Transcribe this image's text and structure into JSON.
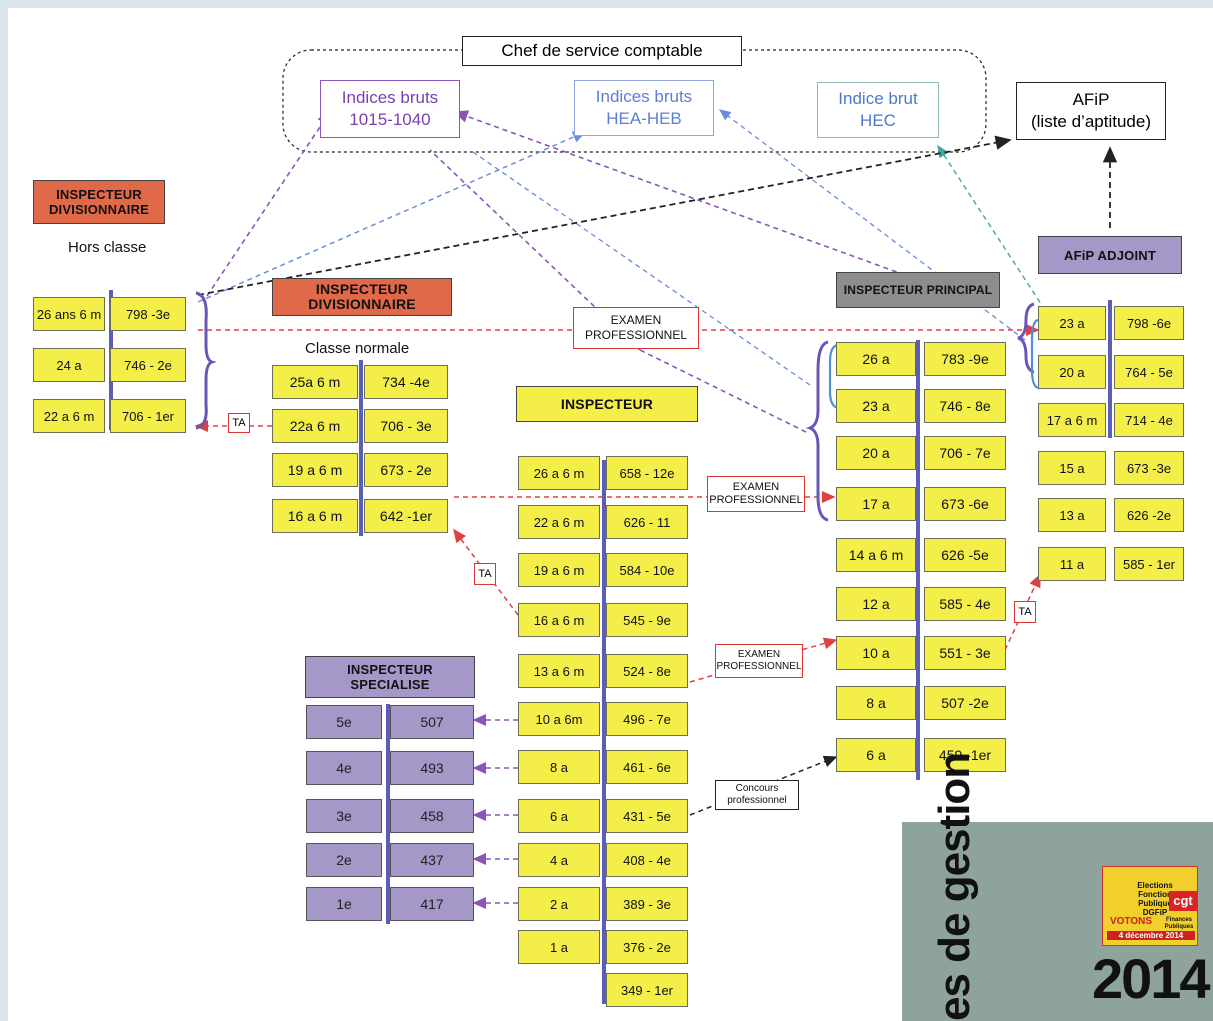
{
  "top": {
    "chef": "Chef de service comptable",
    "ib1_line1": "Indices bruts",
    "ib1_line2": "1015-1040",
    "ib2_line1": "Indices bruts",
    "ib2_line2": "HEA-HEB",
    "ib3_line1": "Indice brut",
    "ib3_line2": "HEC",
    "afip_line1": "AFiP",
    "afip_line2": "(liste d’aptitude)",
    "afip_adjoint": "AFiP ADJOINT"
  },
  "idhc": {
    "header": "INSPECTEUR\nDIVISIONNAIRE",
    "subtitle": "Hors classe",
    "rows": [
      [
        "26 ans 6 m",
        "798 -3e"
      ],
      [
        "24 a",
        "746 - 2e"
      ],
      [
        "22 a 6 m",
        "706 - 1er"
      ]
    ]
  },
  "idcn": {
    "header": "INSPECTEUR\nDIVISIONNAIRE",
    "subtitle": "Classe normale",
    "rows": [
      [
        "25a 6 m",
        "734 -4e"
      ],
      [
        "22a 6 m",
        "706 - 3e"
      ],
      [
        "19 a 6 m",
        "673 - 2e"
      ],
      [
        "16 a 6 m",
        "642 -1er"
      ]
    ]
  },
  "insp": {
    "header": "INSPECTEUR",
    "rows": [
      [
        "26 a 6 m",
        "658 - 12e"
      ],
      [
        "22 a 6 m",
        "626 - 11"
      ],
      [
        "19 a 6 m",
        "584 - 10e"
      ],
      [
        "16 a  6 m",
        "545 - 9e"
      ],
      [
        "13 a 6 m",
        "524 - 8e"
      ],
      [
        "10 a 6m",
        "496 - 7e"
      ],
      [
        "8 a",
        "461 - 6e"
      ],
      [
        "6 a",
        "431 - 5e"
      ],
      [
        "4 a",
        "408 - 4e"
      ],
      [
        "2 a",
        "389 - 3e"
      ],
      [
        "1 a",
        "376 - 2e"
      ],
      [
        "",
        "349 - 1er"
      ]
    ]
  },
  "ip": {
    "header": "INSPECTEUR PRINCIPAL",
    "rows": [
      [
        "26 a",
        "783 -9e"
      ],
      [
        "23 a",
        "746 - 8e"
      ],
      [
        "20 a",
        "706 - 7e"
      ],
      [
        "17 a",
        "673 -6e"
      ],
      [
        "14 a 6 m",
        "626 -5e"
      ],
      [
        "12 a",
        "585 - 4e"
      ],
      [
        "10 a",
        "551 - 3e"
      ],
      [
        "8 a",
        "507 -2e"
      ],
      [
        "6 a",
        "459 -1er"
      ]
    ]
  },
  "aa": {
    "rows": [
      [
        "23 a",
        "798 -6e"
      ],
      [
        "20 a",
        "764 - 5e"
      ],
      [
        "17 a 6 m",
        "714 - 4e"
      ],
      [
        "15 a",
        "673 -3e"
      ],
      [
        "13 a",
        "626 -2e"
      ],
      [
        "11 a",
        "585 - 1er"
      ]
    ]
  },
  "is": {
    "header": "INSPECTEUR\nSPECIALISE",
    "rows": [
      [
        "5e",
        "507"
      ],
      [
        "4e",
        "493"
      ],
      [
        "3e",
        "458"
      ],
      [
        "2e",
        "437"
      ],
      [
        "1e",
        "417"
      ]
    ]
  },
  "notes": {
    "ta": "TA",
    "exam1_l1": "EXAMEN",
    "exam1_l2": "PROFESSIONNEL",
    "exam2_l1": "EXAMEN",
    "exam2_l2": "PROFESSIONNEL",
    "exam3_l1": "EXAMEN",
    "exam3_l2": "PROFESSIONNEL",
    "concours_l1": "Concours",
    "concours_l2": "professionnel"
  },
  "cover": {
    "vertical_text": "es de gestion",
    "logo_l1": "Elections",
    "logo_l2": "Fonction",
    "logo_l3": "Publique",
    "logo_l4": "DGFiP",
    "logo_votons": "VOTONS",
    "logo_cgt": "cgt",
    "logo_sub": "Finances Publiques",
    "logo_date": "4 décembre 2014",
    "year": "2014"
  },
  "colors": {
    "yellow": "#f4ee48",
    "purple": "#a597c8",
    "orange": "#e0694a",
    "gray": "#8d8d8d",
    "bar": "#5a5fb5",
    "red_arrow": "#e04040",
    "purple_arrow": "#8a55b8",
    "blue_arrow": "#6a8ed8"
  }
}
